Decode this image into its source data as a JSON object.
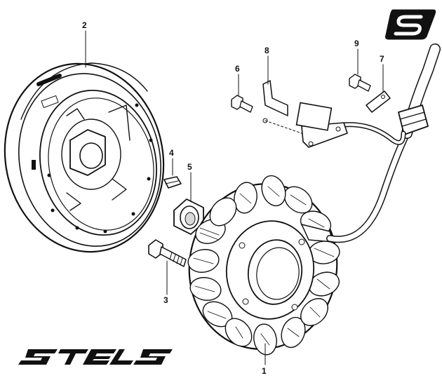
{
  "diagram": {
    "callouts": [
      {
        "id": "part-1",
        "label": "1"
      },
      {
        "id": "part-2",
        "label": "2"
      },
      {
        "id": "part-3",
        "label": "3"
      },
      {
        "id": "part-4",
        "label": "4"
      },
      {
        "id": "part-5",
        "label": "5"
      },
      {
        "id": "part-6",
        "label": "6"
      },
      {
        "id": "part-7",
        "label": "7"
      },
      {
        "id": "part-8",
        "label": "8"
      },
      {
        "id": "part-9",
        "label": "9"
      }
    ]
  },
  "branding": {
    "logo_text": "STELS",
    "badge_letter": "S"
  }
}
